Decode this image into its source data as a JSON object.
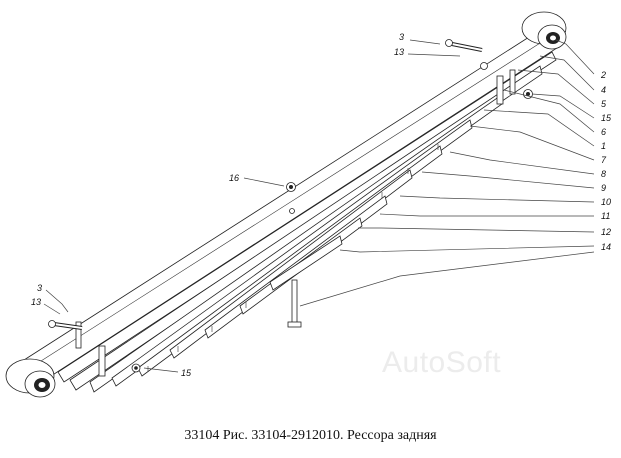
{
  "caption": "33104 Рис. 33104-2912010. Рессора задняя",
  "watermark": "AutoSoft",
  "callouts": {
    "c2": "2",
    "c3_top": "3",
    "c3_left": "3",
    "c4": "4",
    "c5": "5",
    "c15_right": "15",
    "c15_bottom": "15",
    "c6": "6",
    "c1": "1",
    "c7": "7",
    "c8": "8",
    "c9": "9",
    "c10": "10",
    "c11": "11",
    "c12": "12",
    "c13_top": "13",
    "c13_left": "13",
    "c14": "14",
    "c16": "16"
  }
}
